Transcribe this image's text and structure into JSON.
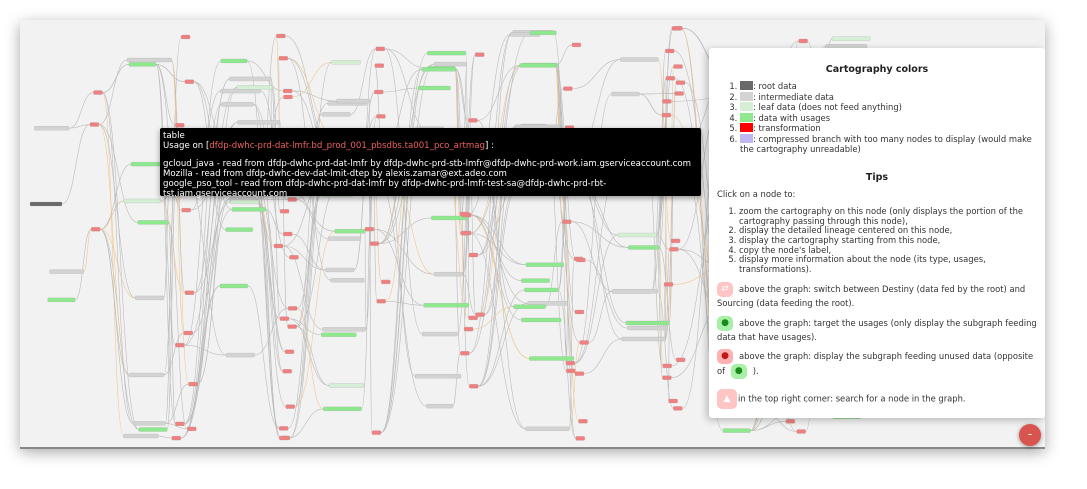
{
  "colors": {
    "graph_bg": "#f2f2f2",
    "root": "#696969",
    "intermediate": "#d3d3d3",
    "leaf": "#d4efd4",
    "usage": "#8ee88e",
    "transformation": "#ff0000",
    "compressed": "#c0b6f2",
    "node_transform": "#f08080"
  },
  "tooltip": {
    "type": "table",
    "usage_prefix": "Usage on [",
    "node": "dfdp-dwhc-prd-dat-lmfr.bd_prod_001_pbsdbs.ta001_pco_artmag",
    "usage_suffix": "] :",
    "lines": [
      "gcloud_java - read from dfdp-dwhc-prd-dat-lmfr by dfdp-dwhc-prd-stb-lmfr@dfdp-dwhc-prd-work.iam.gserviceaccount.com",
      "Mozilla - read from dfdp-dwhc-dev-dat-lmit-dtep by alexis.zamar@ext.adeo.com",
      "google_pso_tool - read from dfdp-dwhc-prd-dat-lmfr by dfdp-dwhc-prd-lmfr-test-sa@dfdp-dwhc-prd-rbt-tst.iam.gserviceaccount.com"
    ]
  },
  "panel": {
    "colors_title": "Cartography colors",
    "legend": [
      {
        "color": "#696969",
        "label": ": root data"
      },
      {
        "color": "#d3d3d3",
        "label": ": intermediate data"
      },
      {
        "color": "#d4efd4",
        "label": ": leaf data (does not feed anything)"
      },
      {
        "color": "#8ee88e",
        "label": ": data with usages"
      },
      {
        "color": "#ff0000",
        "label": ": transformation"
      },
      {
        "color": "#c0b6f2",
        "label": ": compressed branch with too many nodes to display (would make the cartography unreadable)"
      }
    ],
    "tips_title": "Tips",
    "click_intro": "Click on a node to:",
    "click_actions": [
      "zoom the cartography on this node (only displays the portion of the cartography passing through this node),",
      "display the detailed lineage centered on this node,",
      "display the cartography starting from this node,",
      "copy the node's label,",
      "display more information about the node (its type, usages, transformations)."
    ],
    "tip_switch": "above the graph: switch between Destiny (data fed by the root) and Sourcing (data feeding the root).",
    "tip_usages": "above the graph: target the usages (only display the subgraph feeding data that have usages).",
    "tip_unused": "above the graph: display the subgraph feeding unused data (opposite of",
    "tip_unused_end": ").",
    "tip_search": "in the top right corner: search for a node in the graph."
  },
  "fab_label": "-"
}
